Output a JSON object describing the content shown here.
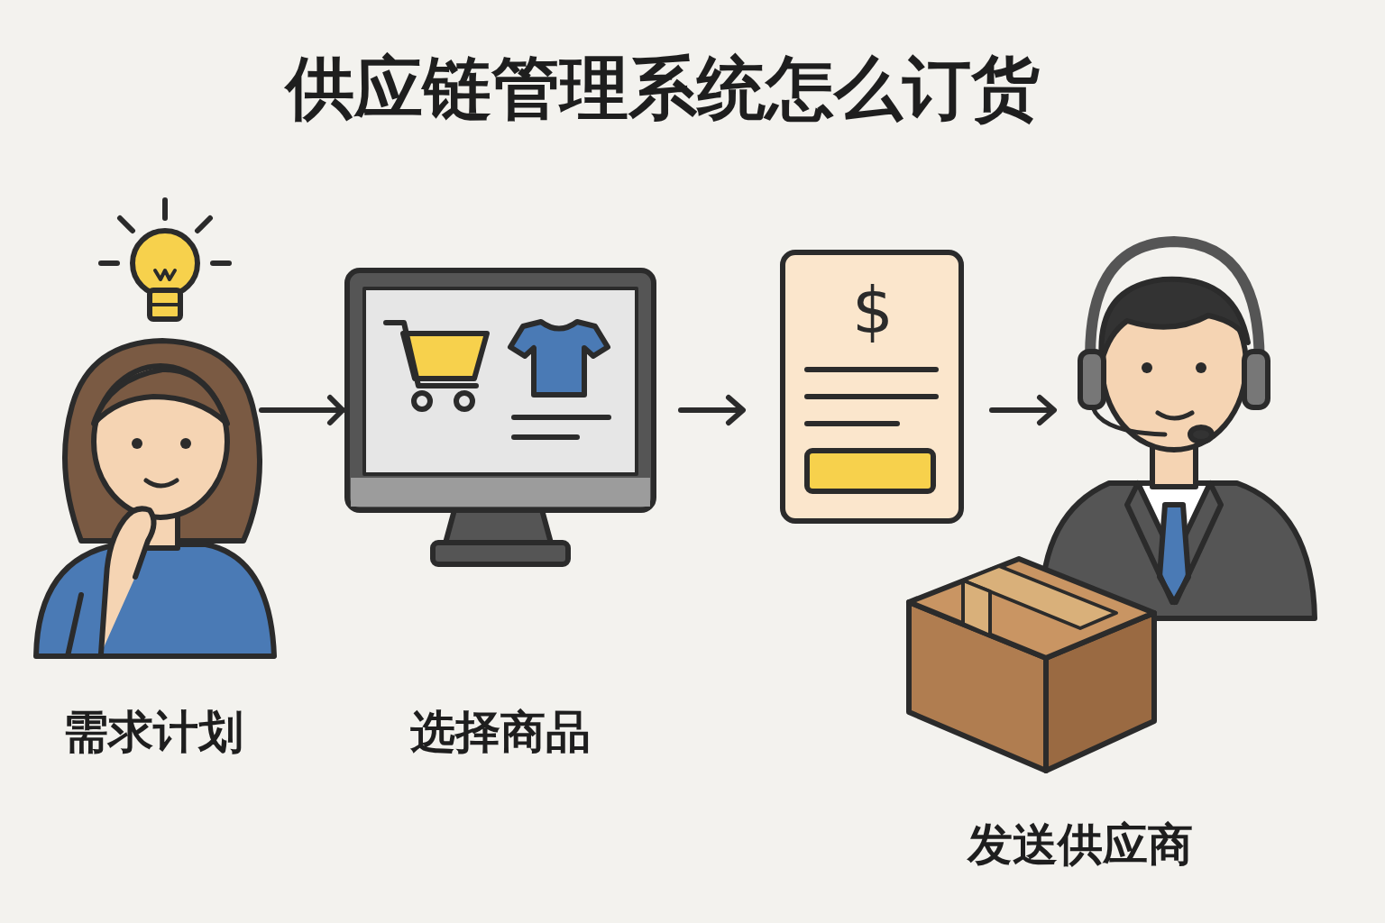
{
  "diagram": {
    "title": "供应链管理系统怎么订货",
    "nodes": [
      {
        "text": [
          "需求计划"
        ]
      },
      {
        "text": [
          "选择商品"
        ]
      },
      {
        "text": [
          "发送供应商"
        ]
      }
    ],
    "edges": [
      {
        "from": 0,
        "to": 1,
        "arrow": "to"
      }
    ],
    "labels": [
      "$"
    ]
  }
}
